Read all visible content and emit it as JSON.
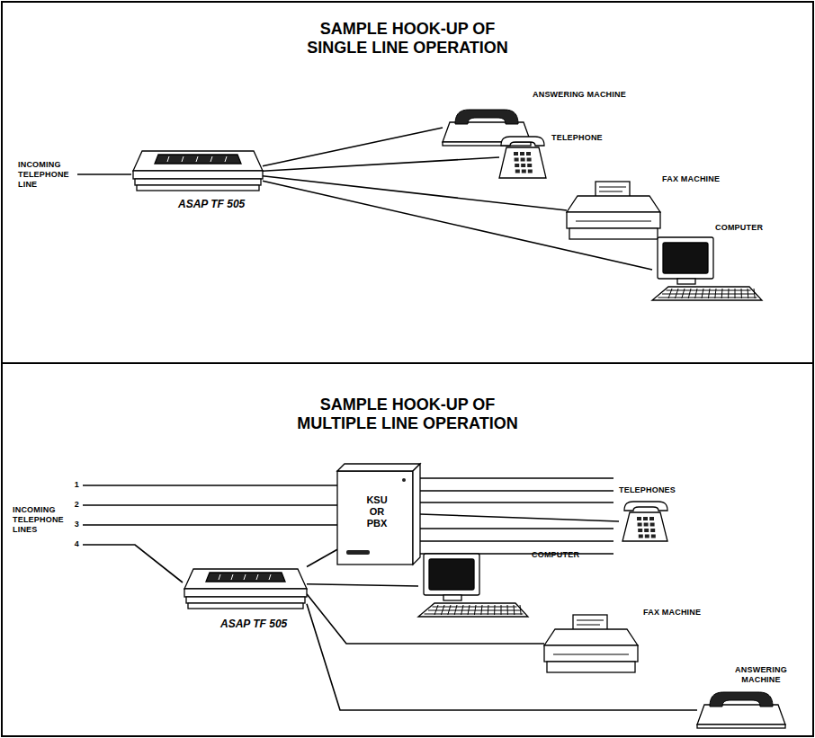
{
  "diagram": {
    "nodes": [
      {
        "text": [
          "ASAP TF 505"
        ]
      },
      {
        "text": [
          "ANSWERING MACHINE"
        ]
      },
      {
        "text": [
          "TELEPHONE"
        ]
      },
      {
        "text": [
          "FAX MACHINE"
        ]
      },
      {
        "text": [
          "COMPUTER"
        ]
      },
      {
        "text": [
          "ASAP TF 505"
        ]
      },
      {
        "text": [
          "KSU OR PBX"
        ]
      },
      {
        "text": [
          "TELEPHONES"
        ]
      },
      {
        "text": [
          "COMPUTER"
        ]
      },
      {
        "text": [
          "FAX MACHINE"
        ]
      },
      {
        "text": [
          "ANSWERING MACHINE"
        ]
      }
    ],
    "edges": [
      {
        "from": 0,
        "to": 1,
        "arrow": "none"
      },
      {
        "from": 0,
        "to": 2,
        "arrow": "none"
      },
      {
        "from": 0,
        "to": 3,
        "arrow": "none"
      },
      {
        "from": 0,
        "to": 4,
        "arrow": "none"
      },
      {
        "from": 5,
        "to": 6,
        "arrow": "none"
      },
      {
        "from": 6,
        "to": 7,
        "arrow": "none"
      },
      {
        "from": 5,
        "to": 8,
        "arrow": "none"
      },
      {
        "from": 5,
        "to": 9,
        "arrow": "none"
      },
      {
        "from": 5,
        "to": 10,
        "arrow": "none"
      }
    ],
    "labels": [
      "SAMPLE HOOK-UP OF SINGLE LINE OPERATION",
      "INCOMING TELEPHONE LINE",
      "SAMPLE HOOK-UP OF MULTIPLE LINE OPERATION",
      "INCOMING TELEPHONE LINES",
      "1",
      "2",
      "3",
      "4"
    ]
  }
}
